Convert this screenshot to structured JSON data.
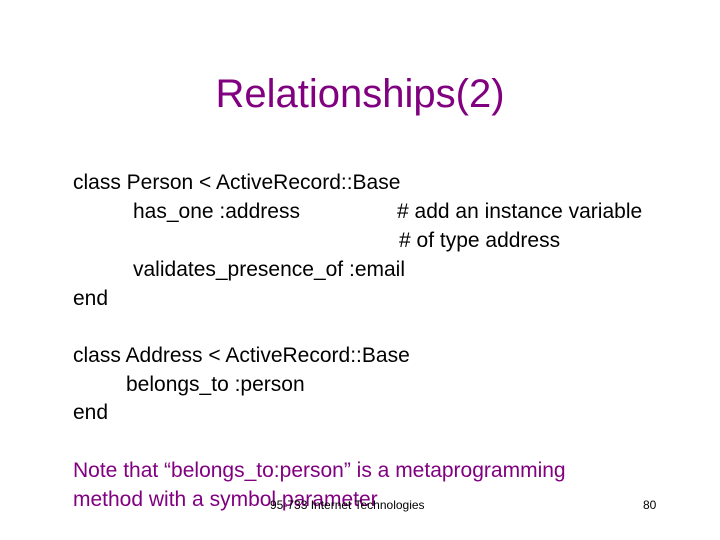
{
  "slide": {
    "title": "Relationships(2)",
    "code": {
      "person_class": "class Person < ActiveRecord::Base",
      "has_one": "has_one :address",
      "comment_1": "# add an instance variable",
      "comment_2": "# of type address",
      "validates": "validates_presence_of :email",
      "end_1": "end",
      "address_class": "class Address < ActiveRecord::Base",
      "belongs_to": "belongs_to :person",
      "end_2": "end"
    },
    "note": {
      "line1": "Note that “belongs_to:person” is a metaprogramming",
      "line2": "method with a symbol parameter"
    },
    "footer": {
      "course": "95-733 Internet Technologies",
      "page_number": "80"
    }
  },
  "colors": {
    "accent": "#800080",
    "text": "#000000",
    "background": "#ffffff"
  }
}
